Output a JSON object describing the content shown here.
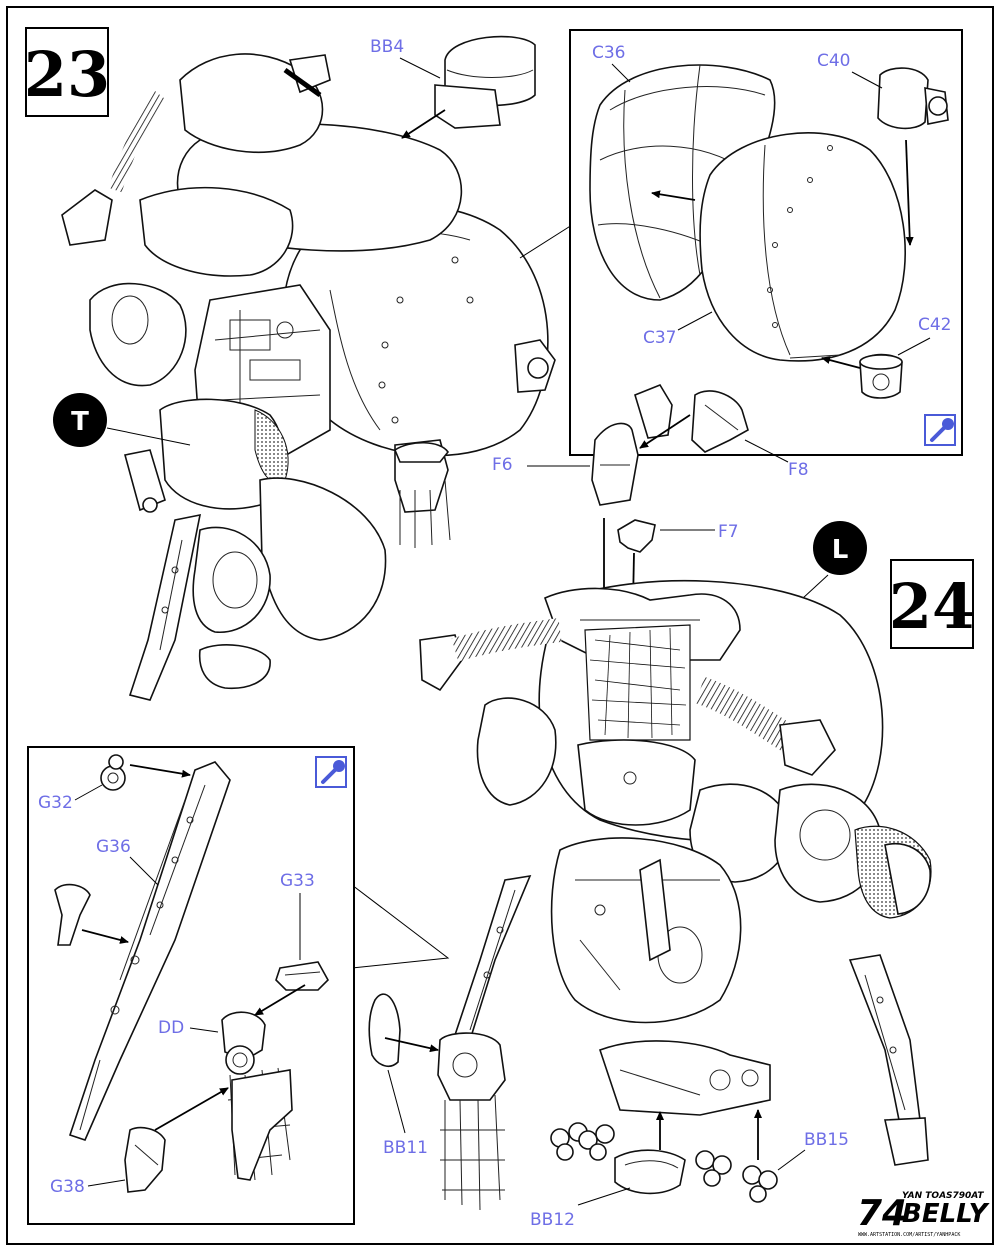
{
  "steps": {
    "step_23": "23",
    "step_24": "24"
  },
  "markers": {
    "t": "T",
    "l": "L"
  },
  "labels": {
    "bb4": "BB4",
    "c36": "C36",
    "c40": "C40",
    "c37": "C37",
    "c42": "C42",
    "f6": "F6",
    "f8": "F8",
    "f7": "F7",
    "g32": "G32",
    "g36": "G36",
    "g33": "G33",
    "dd": "DD",
    "g38": "G38",
    "bb11": "BB11",
    "bb12": "BB12",
    "bb15": "BB15"
  },
  "icons": {
    "inset_top": "paint-brush-icon",
    "inset_bottom": "paint-brush-icon"
  },
  "colors": {
    "label": "#6e6ee6",
    "paint_icon": "#4a5ad8",
    "ink": "#000000"
  },
  "brand": {
    "logo_mark": "74",
    "logo_word": "BELLY",
    "logo_small": "YAN TOAS790AT",
    "logo_url": "WWW.ARTSTATION.COM/ARTIST/YANHPACK"
  }
}
